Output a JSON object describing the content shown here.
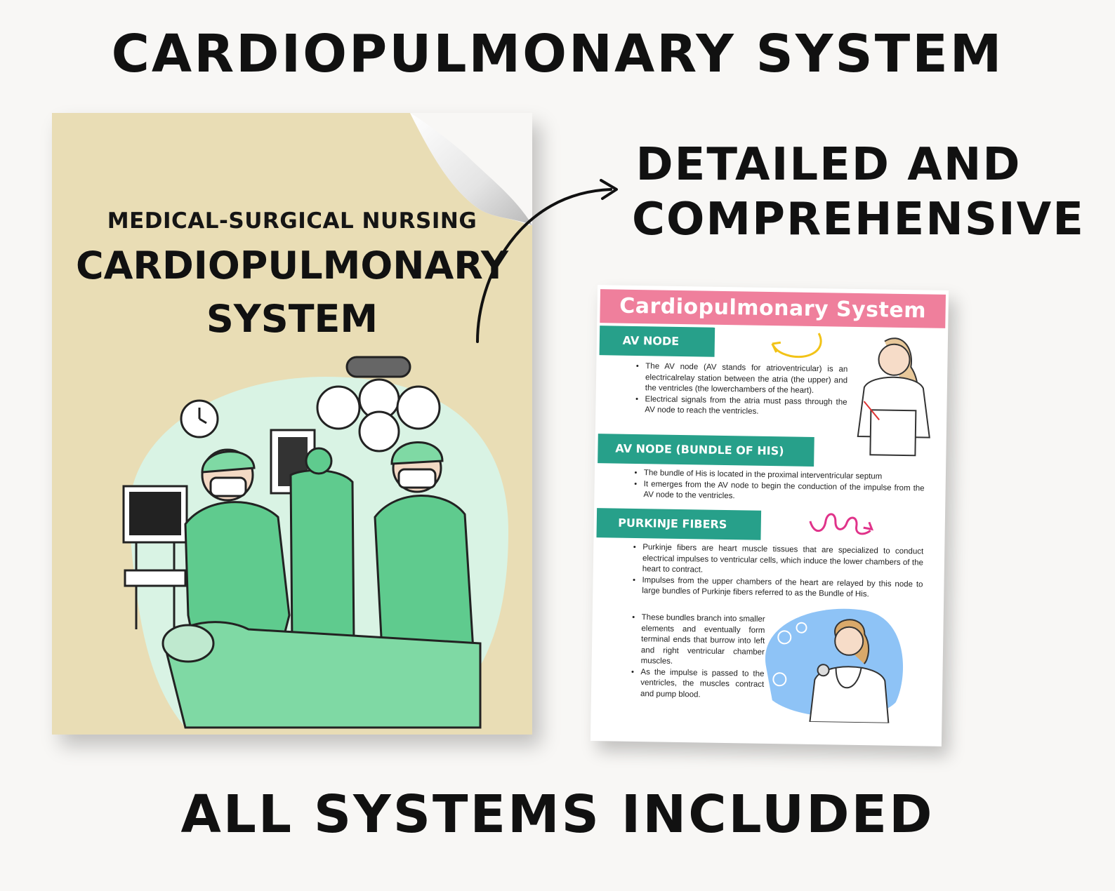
{
  "header": {
    "title": "CARDIOPULMONARY SYSTEM"
  },
  "side_heading": {
    "line1": "DETAILED AND",
    "line2": "COMPREHENSIVE"
  },
  "footer": {
    "text": "ALL SYSTEMS INCLUDED"
  },
  "cover": {
    "subtitle": "MEDICAL-SURGICAL NURSING",
    "title_line1": "CARDIOPULMONARY",
    "title_line2": "SYSTEM",
    "background_color": "#e9ddb5",
    "illustration": "surgeons-operating-illustration"
  },
  "detail_page": {
    "title": "Cardiopulmonary System",
    "banner_color": "#ef7f9c",
    "tab_color": "#27a08a",
    "sections": [
      {
        "heading": "AV NODE",
        "bullets": [
          "The AV node (AV stands for atrioventricular) is an electricalrelay station  between the atria (the upper) and the ventricles (the lowerchambers of the heart).",
          "Electrical signals from the atria must pass through the AV node to reach the ventricles."
        ]
      },
      {
        "heading": "AV NODE (BUNDLE OF HIS)",
        "bullets": [
          "The bundle of His is located in the proximal interventricular septum",
          "It emerges from the AV node to begin the conduction of the impulse from the AV node to the ventricles."
        ]
      },
      {
        "heading": "PURKINJE FIBERS",
        "bullets": [
          "Purkinje fibers are heart muscle tissues that are specialized to conduct electrical impulses to ventricular cells, which induce the lower chambers of the heart to contract.",
          "Impulses from the upper chambers of the heart are relayed by this node to large bundles of Purkinje fibers referred to as the Bundle of His.",
          "These bundles branch into smaller elements and eventually form terminal ends that burrow into left and right ventricular chamber muscles.",
          "As the impulse is passed to the ventricles, the muscles contract and pump blood."
        ]
      }
    ]
  }
}
